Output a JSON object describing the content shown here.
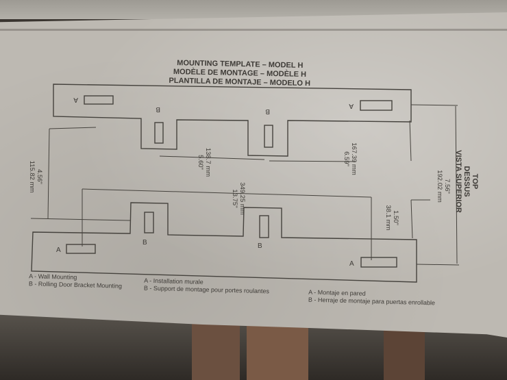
{
  "title": {
    "en": "MOUNTING TEMPLATE – MODEL H",
    "fr": "MODÈLE DE MONTAGE – MODÈLE H",
    "es": "PLANTILLA DE MONTAJE – MODELO H"
  },
  "top_label": {
    "en": "TOP",
    "fr": "DESSUS",
    "es": "VISTA SUPERIOR"
  },
  "hole_labels": {
    "a": "A",
    "b": "B"
  },
  "dimensions": [
    {
      "name": "dim-top-overall",
      "inch": "7.56\"",
      "mm": "192.02 mm"
    },
    {
      "name": "dim-top-offset",
      "inch": "6.59\"",
      "mm": "167.39 mm"
    },
    {
      "name": "dim-inner-gap",
      "inch": "5.60\"",
      "mm": "138.7 mm"
    },
    {
      "name": "dim-bottom-width",
      "inch": "13.75\"",
      "mm": "349.25 mm"
    },
    {
      "name": "dim-left-height",
      "inch": "4.56\"",
      "mm": "115.82 mm"
    },
    {
      "name": "dim-right-offset",
      "inch": "1.50\"",
      "mm": "38.1 mm"
    }
  ],
  "legend": {
    "en": [
      "A - Wall Mounting",
      "B - Rolling Door Bracket Mounting"
    ],
    "fr": [
      "A - Installation murale",
      "B - Support de montage pour portes roulantes"
    ],
    "es": [
      "A - Montaje en pared",
      "B - Herraje de montaje para puertas enrollable"
    ]
  },
  "colors": {
    "cardboard": "#bdb9b2",
    "ink": "#3e3b37"
  }
}
